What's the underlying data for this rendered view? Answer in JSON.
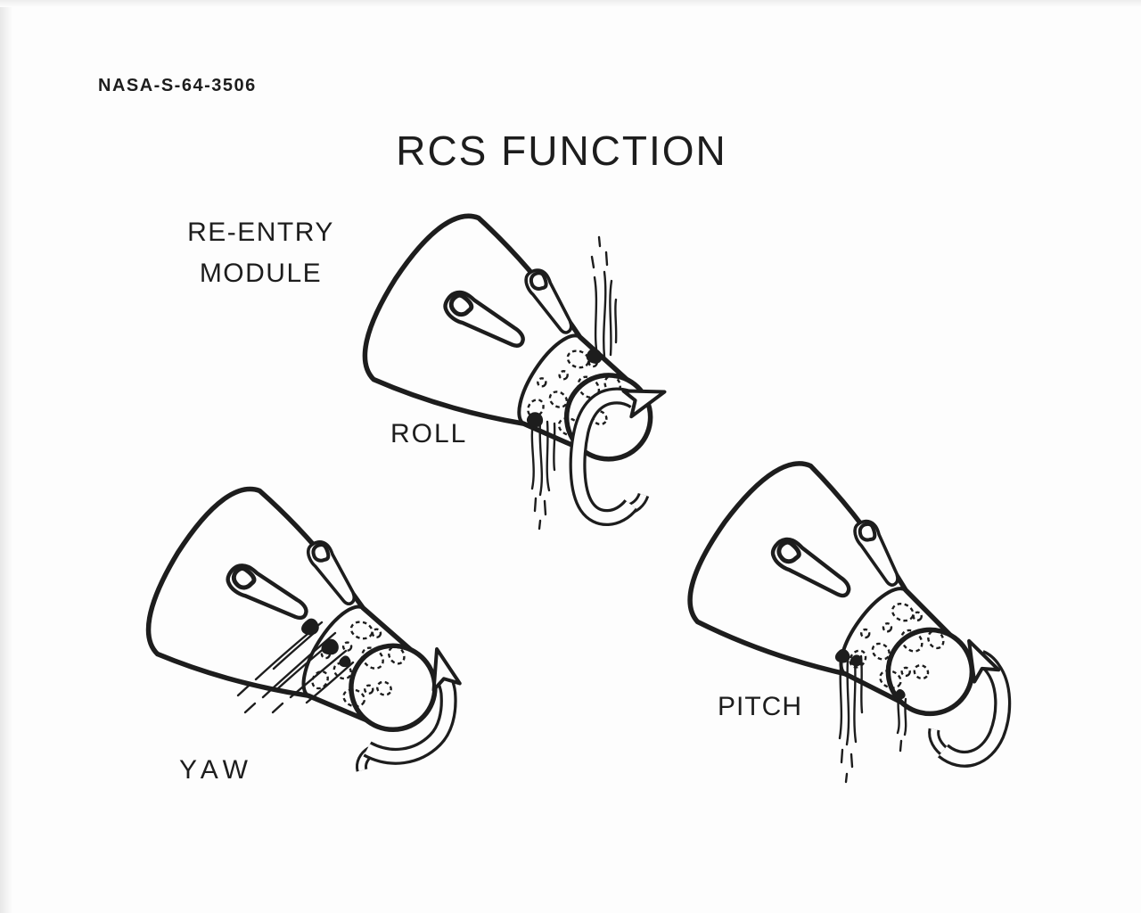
{
  "document": {
    "id_number": "NASA-S-64-3506",
    "title": "RCS FUNCTION",
    "ink_color": "#1d1d1d",
    "paper_color": "#fdfdfd"
  },
  "module_label": {
    "line1": "RE-ENTRY",
    "line2": "MODULE"
  },
  "figures": [
    {
      "id": "roll",
      "label": "ROLL"
    },
    {
      "id": "yaw",
      "label": "YAW"
    },
    {
      "id": "pitch",
      "label": "PITCH"
    }
  ]
}
